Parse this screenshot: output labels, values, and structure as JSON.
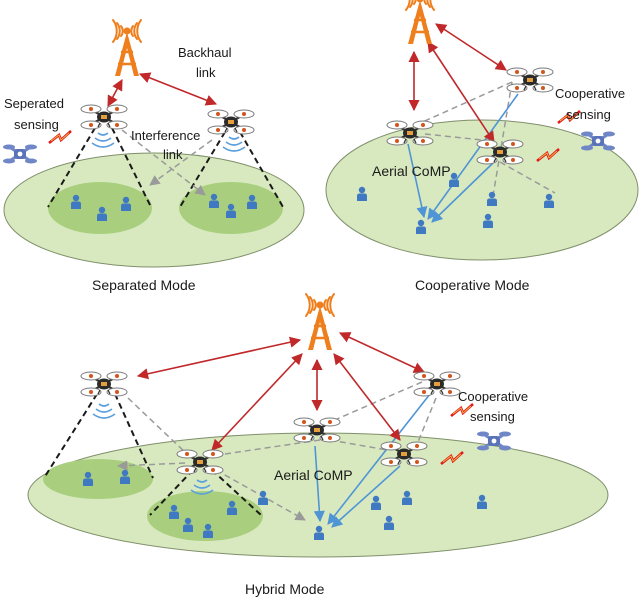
{
  "labels": {
    "backhaul_1": "Backhaul",
    "backhaul_2": "link",
    "separated_sensing_1": "Seperated",
    "separated_sensing_2": "sensing",
    "interference_1": "Interference",
    "interference_2": "link",
    "cooperative_sensing_1": "Cooperative",
    "cooperative_sensing_2": "sensing",
    "aerial_comp": "Aerial CoMP",
    "hybrid_cooperative_sensing_1": "Cooperative",
    "hybrid_cooperative_sensing_2": "sensing",
    "hybrid_aerial_comp": "Aerial CoMP"
  },
  "captions": {
    "separated": "Separated Mode",
    "cooperative": "Cooperative Mode",
    "hybrid": "Hybrid Mode"
  },
  "colors": {
    "ground": "#d8e9bf",
    "ground_stroke": "#7f8f6a",
    "cell": "#a9cf7e",
    "backhaul": "#c0282a",
    "comp_link": "#4f95d6",
    "interference": "#9a9a9a",
    "tower": "#ef7e1c",
    "user": "#3f79c2",
    "target_drone": "#6f86c7",
    "sensing_zigzag": "#e21b1b"
  },
  "icons": [
    "tower-icon",
    "uav-icon",
    "user-icon",
    "target-drone-icon",
    "sensing-signal-icon",
    "beam-wave-icon"
  ]
}
